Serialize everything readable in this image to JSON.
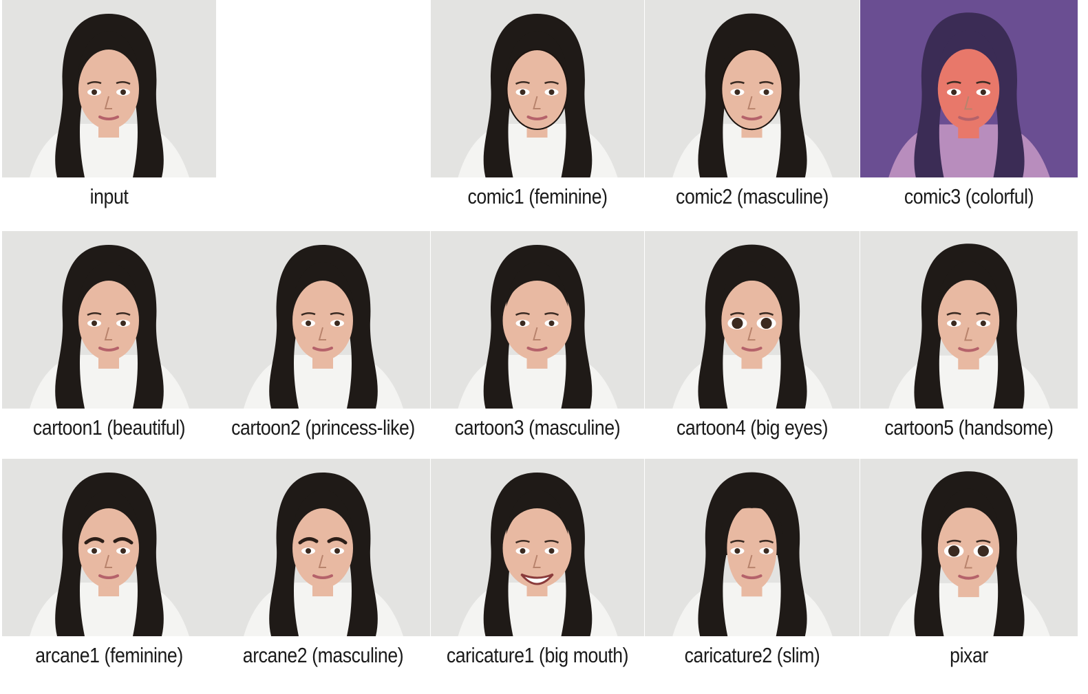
{
  "rows": [
    [
      {
        "caption": "input",
        "kind": "photo"
      },
      null,
      {
        "caption": "comic1 (feminine)",
        "kind": "comic"
      },
      {
        "caption": "comic2 (masculine)",
        "kind": "comic"
      },
      {
        "caption": "comic3 (colorful)",
        "kind": "colorful"
      }
    ],
    [
      {
        "caption": "cartoon1 (beautiful)",
        "kind": "cartoon"
      },
      {
        "caption": "cartoon2 (princess-like)",
        "kind": "cartoon"
      },
      {
        "caption": "cartoon3 (masculine)",
        "kind": "cartoon-wide"
      },
      {
        "caption": "cartoon4 (big eyes)",
        "kind": "bigeyes"
      },
      {
        "caption": "cartoon5 (handsome)",
        "kind": "cartoon"
      }
    ],
    [
      {
        "caption": "arcane1 (feminine)",
        "kind": "arcane"
      },
      {
        "caption": "arcane2 (masculine)",
        "kind": "arcane"
      },
      {
        "caption": "caricature1 (big mouth)",
        "kind": "bigmouth"
      },
      {
        "caption": "caricature2 (slim)",
        "kind": "slim"
      },
      {
        "caption": "pixar",
        "kind": "bigeyes"
      }
    ]
  ],
  "colors": {
    "background": "#ffffff",
    "panel": "#e3e3e1",
    "hair": "#1f1a17",
    "skin": "#e8b9a2",
    "shirt": "#f4f4f2",
    "colorful_bg": "#6a4e92",
    "colorful_skin": "#e8786a",
    "caption": "#1a1a1a"
  }
}
